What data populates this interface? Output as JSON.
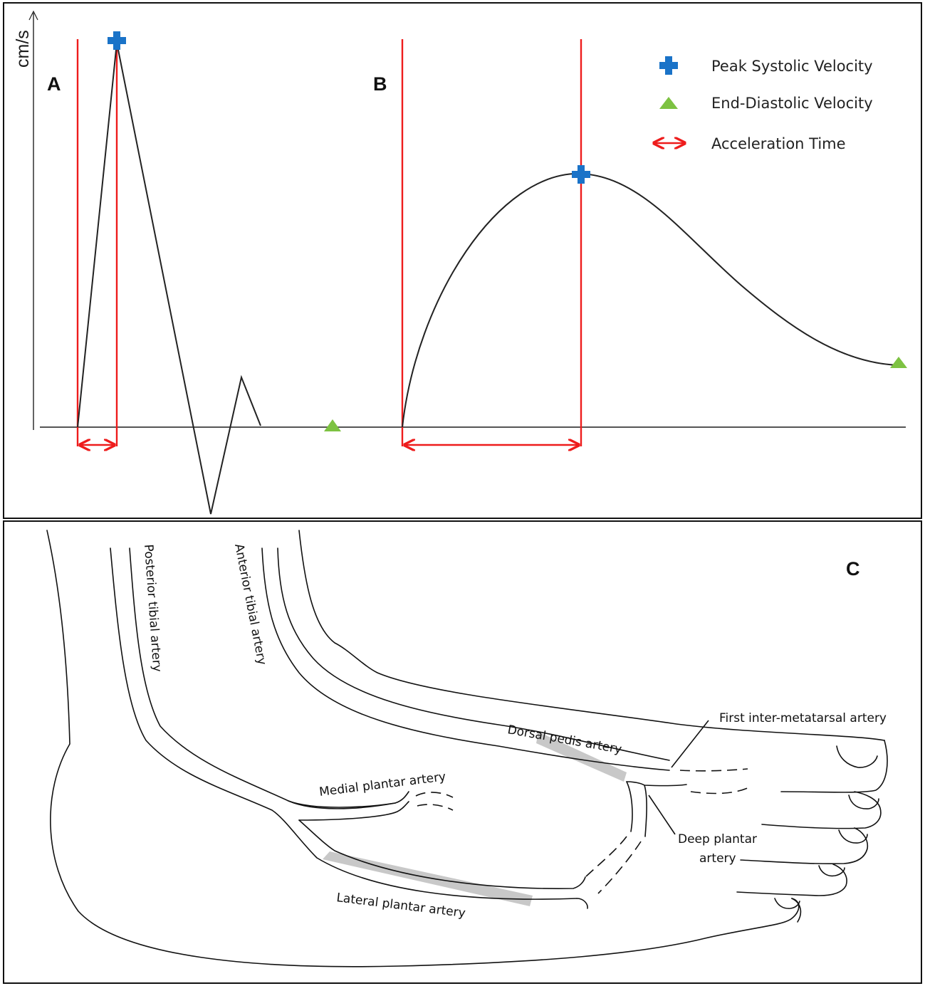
{
  "top_panel": {
    "y_axis_label": "cm/s",
    "panel_a_label": "A",
    "panel_b_label": "B",
    "legend": [
      {
        "icon": "blue-cross-icon",
        "label": "Peak Systolic Velocity",
        "color": "#1a73c8"
      },
      {
        "icon": "green-triangle-icon",
        "label": "End-Diastolic Velocity",
        "color": "#7dc242"
      },
      {
        "icon": "red-double-arrow-icon",
        "label": "Acceleration Time",
        "color": "#ee1c1c"
      }
    ]
  },
  "bottom_panel": {
    "panel_c_label": "C",
    "labels": {
      "posterior_tibial": "Posterior tibial artery",
      "anterior_tibial": "Anterior tibial artery",
      "dorsal_pedis": "Dorsal pedis artery",
      "first_inter_metatarsal": "First inter-metatarsal artery",
      "medial_plantar": "Medial plantar artery",
      "deep_plantar_line1": "Deep plantar",
      "deep_plantar_line2": "artery",
      "lateral_plantar": "Lateral plantar artery"
    }
  },
  "colors": {
    "frame": "#111111",
    "waveform": "#222222",
    "highlight": "#c8c8c8"
  }
}
